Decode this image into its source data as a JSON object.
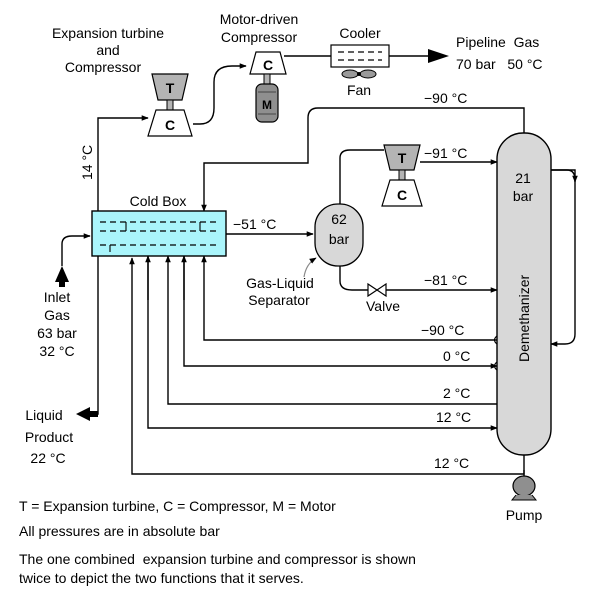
{
  "labels": {
    "exp_turbine": [
      "Expansion turbine",
      "and",
      "Compressor"
    ],
    "motor_comp": [
      "Motor-driven",
      "Compressor"
    ],
    "cooler": "Cooler",
    "fan": "Fan",
    "pipeline": [
      "Pipeline  Gas",
      "70 bar   50 °C"
    ],
    "temp_14": "14 °C",
    "cold_box": "Cold Box",
    "inlet": [
      "Inlet",
      "Gas",
      "63 bar",
      "32 °C"
    ],
    "liquid": [
      "Liquid",
      "Product",
      "22 °C"
    ],
    "separator_pressure": [
      "62",
      "bar"
    ],
    "separator_name": [
      "Gas-Liquid",
      "Separator"
    ],
    "valve": "Valve",
    "column_pressure": [
      "21",
      "bar"
    ],
    "column_name": "Demethanizer",
    "pump": "Pump",
    "turbine_letter": "T",
    "compressor_letter": "C",
    "motor_letter": "M"
  },
  "temps": {
    "t_top": "−90 °C",
    "t_91": "−91 °C",
    "t_51": "−51 °C",
    "t_81": "−81 °C",
    "t_90b": "−90 °C",
    "t_0": "0 °C",
    "t_2": "2 °C",
    "t_12a": "12 °C",
    "t_12b": "12 °C"
  },
  "legend": [
    "T = Expansion turbine, C = Compressor, M = Motor",
    "All pressures are in absolute bar"
  ],
  "note": [
    "The one combined  expansion turbine and compressor is shown",
    "twice to depict the two functions that it serves."
  ],
  "colors": {
    "cold_box_fill": "#aaf5fb",
    "equipment_grey": "#b4b4b4"
  }
}
